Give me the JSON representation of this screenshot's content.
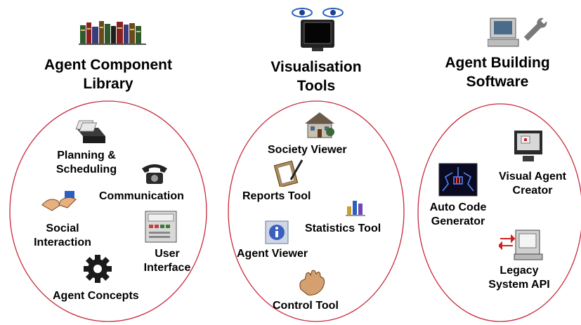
{
  "columns": [
    {
      "title_line1": "Agent Component",
      "title_line2": "Library",
      "items": [
        {
          "label": "Planning &\nScheduling",
          "icon": "card-file-icon"
        },
        {
          "label": "Communication",
          "icon": "telephone-icon"
        },
        {
          "label": "Social\nInteraction",
          "icon": "handshake-icon"
        },
        {
          "label": "User\nInterface",
          "icon": "control-panel-icon"
        },
        {
          "label": "Agent Concepts",
          "icon": "gear-icon"
        }
      ]
    },
    {
      "title_line1": "Visualisation",
      "title_line2": "Tools",
      "items": [
        {
          "label": "Society Viewer",
          "icon": "house-icon"
        },
        {
          "label": "Reports Tool",
          "icon": "clipboard-icon"
        },
        {
          "label": "Statistics Tool",
          "icon": "chart-icon"
        },
        {
          "label": "Agent Viewer",
          "icon": "info-icon"
        },
        {
          "label": "Control Tool",
          "icon": "hand-icon"
        }
      ]
    },
    {
      "title_line1": "Agent Building",
      "title_line2": "Software",
      "items": [
        {
          "label": "Visual Agent\nCreator",
          "icon": "monitor-icon"
        },
        {
          "label": "Auto Code\nGenerator",
          "icon": "circuit-screen-icon"
        },
        {
          "label": "Legacy\nSystem API",
          "icon": "legacy-computer-icon"
        }
      ]
    }
  ],
  "header_icons": [
    "books-icon",
    "eyes-tv-icon",
    "computer-wrench-icon"
  ],
  "colors": {
    "oval_stroke": "#c8283c",
    "text": "#000000"
  }
}
